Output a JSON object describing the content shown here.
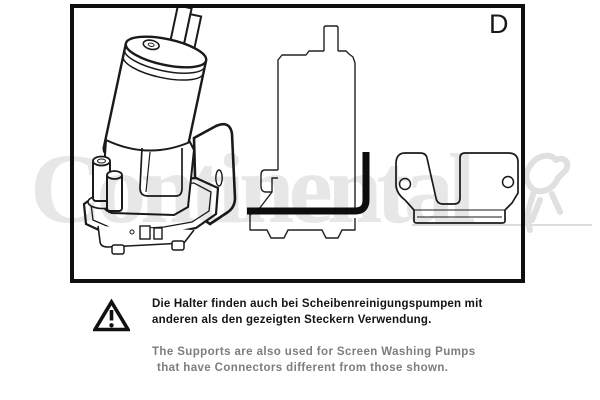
{
  "panel": {
    "label": "D",
    "figures": [
      {
        "name": "washer-pump-on-support-3d"
      },
      {
        "name": "washer-pump-side-profile-with-support"
      },
      {
        "name": "support-bracket-front-view"
      }
    ]
  },
  "watermark": {
    "text": "Continental",
    "horse_icon": "continental-horse-icon",
    "color": "#e7e7e7"
  },
  "note": {
    "warning_icon": "warning-triangle-icon",
    "de_lines": [
      "Die Halter finden auch bei Scheibenreinigungspumpen mit",
      "anderen als den gezeigten Steckern Verwendung."
    ],
    "en_lines": [
      "The Supports are also used for Screen Washing Pumps",
      "that have Connectors different from those shown."
    ]
  },
  "colors": {
    "line": "#1a1a1a",
    "border": "#0f0f0f",
    "text_de": "#141414",
    "text_en": "#7d7d7d"
  }
}
